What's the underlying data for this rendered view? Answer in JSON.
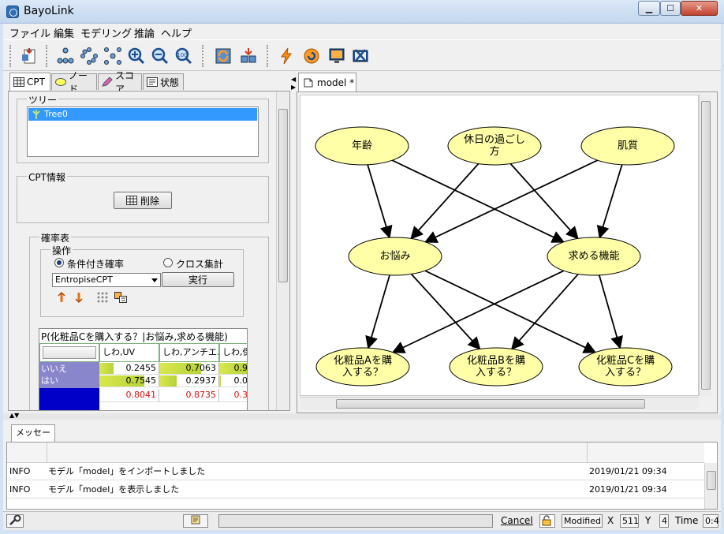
{
  "window": {
    "title": "BayoLink"
  },
  "menu": [
    "ファイル",
    "編集",
    "モデリング",
    "推論",
    "ヘルプ"
  ],
  "left_tabs": [
    {
      "label": "CPT",
      "icon": "table-icon",
      "active": true
    },
    {
      "label": "ノード",
      "icon": "ellipse-icon",
      "active": false
    },
    {
      "label": "スコア",
      "icon": "pencil-icon",
      "active": false
    },
    {
      "label": "状態",
      "icon": "list-icon",
      "active": false
    }
  ],
  "tree": {
    "title": "ツリー",
    "item": "Tree0"
  },
  "cpt_info": {
    "title": "CPT情報",
    "delete_label": "削除"
  },
  "prob_table": {
    "title": "確率表",
    "operation_title": "操作",
    "radio_conditional": "条件付き確率",
    "radio_cross": "クロス集計",
    "method": "EntropiseCPT",
    "run_label": "実行",
    "caption": "P(化粧品Cを購入する？|お悩み,求める機能)",
    "columns": [
      "しわ,UV",
      "しわ,アンチエ…",
      "しわ,保"
    ],
    "row_labels": [
      "いいえ",
      "はい"
    ],
    "rows": [
      {
        "values": [
          "0.2455",
          "0.7063",
          "0.9"
        ],
        "fill": [
          0.24,
          0.7,
          0.9
        ]
      },
      {
        "values": [
          "0.7545",
          "0.2937",
          "0.0"
        ],
        "fill": [
          0.75,
          0.29,
          0.05
        ]
      }
    ],
    "totals": [
      "0.8041",
      "0.8735",
      "0.3"
    ]
  },
  "model_tab": {
    "label": "model *"
  },
  "graph": {
    "nodes": [
      {
        "id": "age",
        "label": [
          "年齢"
        ]
      },
      {
        "id": "holiday",
        "label": [
          "休日の過ごし",
          "方"
        ]
      },
      {
        "id": "skin",
        "label": [
          "肌質"
        ]
      },
      {
        "id": "worry",
        "label": [
          "お悩み"
        ]
      },
      {
        "id": "function",
        "label": [
          "求める機能"
        ]
      },
      {
        "id": "buyA",
        "label": [
          "化粧品Aを購",
          "入する？"
        ]
      },
      {
        "id": "buyB",
        "label": [
          "化粧品Bを購",
          "入する？"
        ]
      },
      {
        "id": "buyC",
        "label": [
          "化粧品Cを購",
          "入する？"
        ]
      }
    ],
    "edges": [
      [
        "age",
        "worry"
      ],
      [
        "age",
        "function"
      ],
      [
        "holiday",
        "worry"
      ],
      [
        "holiday",
        "function"
      ],
      [
        "skin",
        "worry"
      ],
      [
        "skin",
        "function"
      ],
      [
        "worry",
        "buyA"
      ],
      [
        "worry",
        "buyB"
      ],
      [
        "worry",
        "buyC"
      ],
      [
        "function",
        "buyA"
      ],
      [
        "function",
        "buyB"
      ],
      [
        "function",
        "buyC"
      ]
    ],
    "node_fill": "#ffffa8",
    "node_stroke": "#000000"
  },
  "messages": {
    "tab": "メッセージ",
    "rows": [
      {
        "level": "INFO",
        "text": "モデル「model」をインポートしました",
        "time": "2019/01/21 09:34"
      },
      {
        "level": "INFO",
        "text": "モデル「model」を表示しました",
        "time": "2019/01/21 09:34"
      }
    ]
  },
  "status": {
    "cancel": "Cancel",
    "modified": "Modified",
    "x_label": "X",
    "x_value": "511",
    "y_label": "Y",
    "y_value": "4",
    "time_label": "Time",
    "time_value": "0:4"
  }
}
